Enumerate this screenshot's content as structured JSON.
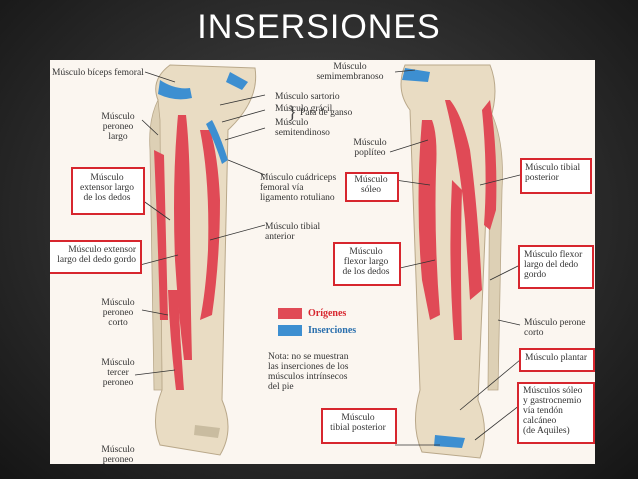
{
  "title": "INSERSIONES",
  "colors": {
    "origin": "#e04a56",
    "insertion": "#3d8fd1",
    "highlight_box": "#d7262e",
    "bone": "#e9dcc3"
  },
  "labels": {
    "biceps_femoral": "Músculo bíceps femoral",
    "semimembranoso": "Músculo\nsemimembranoso",
    "sartorio": "Músculo sartorio",
    "gracil": "Músculo grácil",
    "semitendinoso": "Músculo\nsemitendinoso",
    "pata_de_ganso": "Pata de ganso",
    "peroneo_largo": "Músculo\nperoneo\nlargo",
    "popliteo": "Músculo\npoplíteo",
    "extensor_largo_dedos": "Músculo\nextensor largo\nde los dedos",
    "cuadriceps": "Músculo cuádriceps\nfemoral vía\nligamento rotuliano",
    "soleo": "Músculo\nsóleo",
    "tibial_posterior_right": "Músculo tibial\nposterior",
    "tibial_anterior": "Músculo tibial\nanterior",
    "extensor_dedo_gordo": "Músculo extensor\nlargo del dedo gordo",
    "flexor_largo_dedos": "Músculo\nflexor largo\nde los dedos",
    "flexor_largo_dedo_gordo": "Músculo flexor\nlargo del dedo\ngordo",
    "peroneo_corto_left": "Músculo\nperoneo\ncorto",
    "peroneo_corto_right": "Músculo perone\ncorto",
    "tercer_peroneo": "Músculo\ntercer\nperoneo",
    "plantar": "Músculo plantar",
    "soleo_gastrocnemio": "Músculos sóleo\ny gastrocnemio\nvía tendón\ncalcáneo\n(de Aquiles)",
    "tibial_posterior_bottom": "Músculo\ntibial posterior",
    "peroneo_bottom": "Músculo\nperoneo"
  },
  "legend": {
    "origins": "Orígenes",
    "insertions": "Inserciones"
  },
  "note": "Nota: no se muestran\nlas inserciones de los\nmúsculos intrínsecos\ndel pie"
}
